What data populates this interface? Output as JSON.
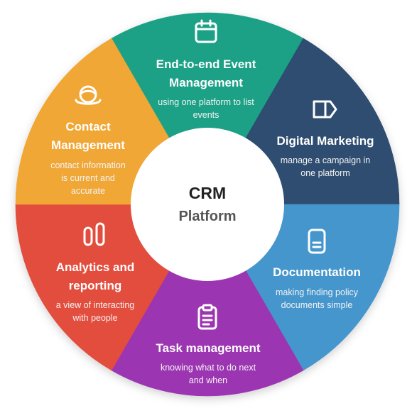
{
  "center": {
    "title": "CRM",
    "subtitle": "Platform"
  },
  "segments": [
    {
      "key": "event",
      "color": "#1aa187",
      "icon": "calendar-icon",
      "title_lines": [
        "End-to-end Event",
        "Management"
      ],
      "desc_lines": [
        "using one platform to list",
        "events"
      ]
    },
    {
      "key": "marketing",
      "color": "#2d4e6f",
      "icon": "tag-icon",
      "title_lines": [
        "Digital Marketing"
      ],
      "desc_lines": [
        "manage a campaign in",
        "one platform"
      ]
    },
    {
      "key": "documentation",
      "color": "#4596cc",
      "icon": "document-icon",
      "title_lines": [
        "Documentation"
      ],
      "desc_lines": [
        "making finding policy",
        "documents simple"
      ]
    },
    {
      "key": "task",
      "color": "#9c35b2",
      "icon": "clipboard-icon",
      "title_lines": [
        "Task management"
      ],
      "desc_lines": [
        "knowing what to do next",
        "and when"
      ]
    },
    {
      "key": "analytics",
      "color": "#e34d3c",
      "icon": "bar-chart-icon",
      "title_lines": [
        "Analytics and",
        "reporting"
      ],
      "desc_lines": [
        "a view of interacting",
        "with people"
      ]
    },
    {
      "key": "contact",
      "color": "#f0a734",
      "icon": "contacts-icon",
      "title_lines": [
        "Contact",
        "Management"
      ],
      "desc_lines": [
        "contact information",
        "is current and",
        "accurate"
      ]
    }
  ]
}
